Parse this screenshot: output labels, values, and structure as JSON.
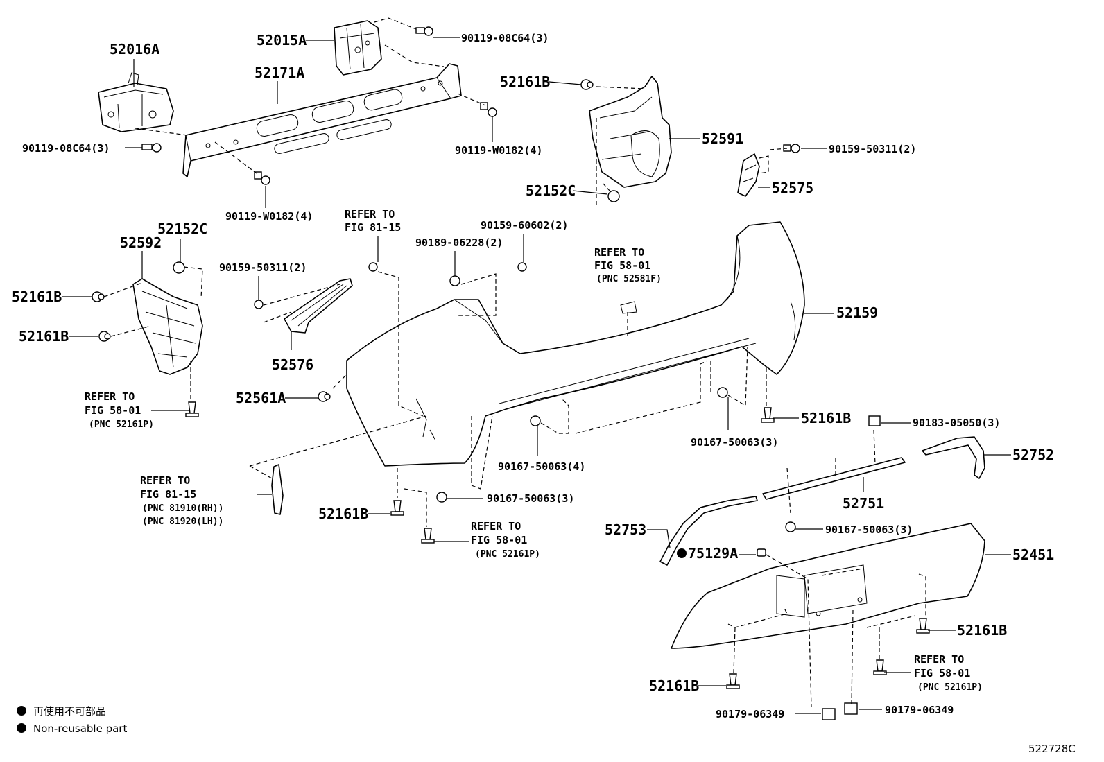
{
  "diagram_code": "522728C",
  "legend": {
    "line_jp": "再使用不可部品",
    "line_en": "Non-reusable part"
  },
  "callouts": {
    "p52016A": "52016A",
    "p52015A": "52015A",
    "p52171A": "52171A",
    "p90119_08C64_top": "90119-08C64(3)",
    "p90119_08C64_left": "90119-08C64(3)",
    "p90119_W0182_right": "90119-W0182(4)",
    "p90119_W0182_bottom": "90119-W0182(4)",
    "p52161B_top": "52161B",
    "p52591": "52591",
    "p90159_50311_right": "90159-50311(2)",
    "p52152C_right": "52152C",
    "p52575": "52575",
    "p52152C_left": "52152C",
    "p52592": "52592",
    "p52161B_left1": "52161B",
    "p52161B_left2": "52161B",
    "refer_58_01_left": {
      "line1": "REFER TO",
      "line2": "FIG 58-01",
      "line3": "(PNC 52161P)"
    },
    "p90159_50311_left": "90159-50311(2)",
    "p52576": "52576",
    "refer_81_15_top": {
      "line1": "REFER TO",
      "line2": "FIG 81-15"
    },
    "p90159_60602": "90159-60602(2)",
    "p90189_06228": "90189-06228(2)",
    "refer_58_01_top": {
      "line1": "REFER TO",
      "line2": "FIG 58-01",
      "line3": "(PNC 52581F)"
    },
    "p52159": "52159",
    "p52561A": "52561A",
    "p52161B_mid": "52161B",
    "p90183_05050": "90183-05050(3)",
    "p90167_50063_a": "90167-50063(3)",
    "p90167_50063_b": "90167-50063(4)",
    "p52752": "52752",
    "refer_81_15_bottom": {
      "line1": "REFER TO",
      "line2": "FIG 81-15",
      "line3": "(PNC 81910(RH))",
      "line4": "(PNC 81920(LH))"
    },
    "p52751": "52751",
    "p90167_50063_c": "90167-50063(3)",
    "p52161B_bottom_left": "52161B",
    "refer_58_01_center": {
      "line1": "REFER TO",
      "line2": "FIG 58-01",
      "line3": "(PNC 52161P)"
    },
    "p90167_50063_d": "90167-50063(3)",
    "p52753": "52753",
    "p75129A": "75129A",
    "p52451": "52451",
    "p52161B_right_low": "52161B",
    "refer_58_01_right": {
      "line1": "REFER TO",
      "line2": "FIG 58-01",
      "line3": "(PNC 52161P)"
    },
    "p52161B_bottom": "52161B",
    "p90179_06349_left": "90179-06349",
    "p90179_06349_right": "90179-06349"
  }
}
